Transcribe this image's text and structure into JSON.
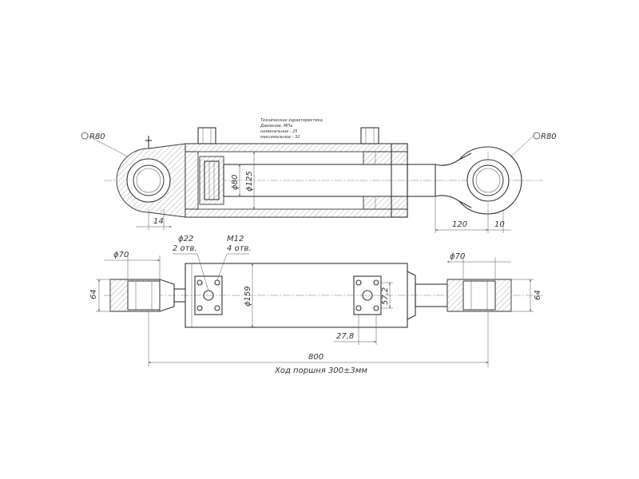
{
  "notes": {
    "line1": "Техническая характеристика",
    "line2": "Давление, МПа",
    "line3": "номинальное - 25",
    "line4": "максимальное - 32"
  },
  "section_view": {
    "radius_left": "R80",
    "radius_right": "R80",
    "dia_rod": "ϕ80",
    "dia_bore": "ϕ125",
    "dim_14": "14",
    "dim_120": "120",
    "dim_10": "10"
  },
  "plan_view": {
    "dia_22": "ϕ22",
    "holes_2": "2 отв.",
    "thread_m12": "M12",
    "holes_4": "4 отв.",
    "dia_70_left": "ϕ70",
    "dia_70_right": "ϕ70",
    "width_64_left": "64",
    "width_64_right": "64",
    "dia_159": "ϕ159",
    "dim_57_2": "57,2",
    "dim_27_8": "27,8",
    "length_800": "800",
    "stroke_note": "Ход поршня 300±3мм"
  },
  "colors": {
    "line": "#333333",
    "background": "#ffffff"
  }
}
